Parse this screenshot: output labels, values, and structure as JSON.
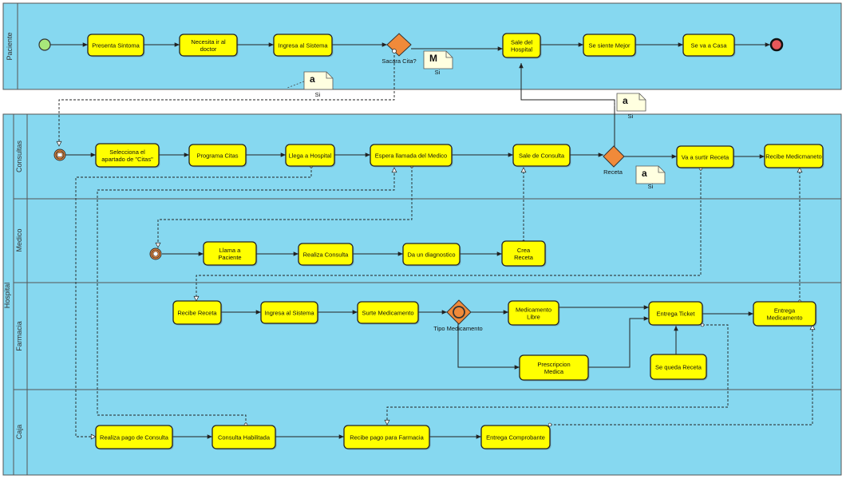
{
  "pools": {
    "paciente": "Paciente",
    "hospital": "Hospital"
  },
  "lanes": {
    "consultas": "Consultas",
    "medico": "Medico",
    "farmacia": "Farmacia",
    "caja": "Caja"
  },
  "tasks": {
    "presenta_sintoma": "Presenta Sintoma",
    "necesita_doctor": [
      "Necesita ir al",
      "doctor"
    ],
    "ingresa_sistema_p": "Ingresa al Sistema",
    "sale_hospital": [
      "Sale del",
      "Hospital"
    ],
    "se_siente_mejor": "Se siente Mejor",
    "se_va_casa": "Se va a Casa",
    "selecciona_citas": [
      "Selecciona el",
      "apartado de \"Citas\""
    ],
    "programa_citas": "Programa Citas",
    "llega_hospital": "Llega a Hospital",
    "espera_llamada": "Espera llamada del Medico",
    "sale_consulta": "Sale de Consulta",
    "va_surtir": "Va a surtir Receta",
    "recibe_medicamento": "Recibe Medicmaneto",
    "llama_paciente": [
      "Llama a",
      "Paciente"
    ],
    "realiza_consulta": "Realiza Consulta",
    "da_diagnostico": "Da un diagnostico",
    "crea_receta": [
      "Crea",
      "Receta"
    ],
    "recibe_receta": "Recibe Receta",
    "ingresa_sistema_f": "Ingresa al Sistema",
    "surte_medicamento": "Surte Medicamento",
    "medicamento_libre": [
      "Medicamento",
      "Libre"
    ],
    "prescripcion_medica": [
      "Prescripcion",
      "Medica"
    ],
    "entrega_ticket": "Entrega Ticket",
    "se_queda_receta": "Se queda Receta",
    "entrega_medicamento": [
      "Entrega",
      "Medicamento"
    ],
    "realiza_pago": "Realiza pago de Consulta",
    "consulta_habilitada": "Consulta Habilitada",
    "recibe_pago": "Recibe pago para Farmacia",
    "entrega_comprobante": "Entrega Comprobante"
  },
  "gateways": {
    "sacara_cita": "Sacara Cita?",
    "receta": "Receta",
    "tipo_medicamento": "Tipo Medicamento"
  },
  "annotations": {
    "note1": {
      "letter": "a",
      "label": "Si"
    },
    "note2": {
      "letter": "M",
      "label": "Si"
    },
    "note3": {
      "letter": "a",
      "label": "Si"
    },
    "note4": {
      "letter": "a",
      "label": "Si"
    }
  },
  "colors": {
    "lane_bg": "#86d8f0",
    "task_fill": "#ffff00",
    "gateway_fill": "#f08a3a",
    "start_fill": "#a8e87a",
    "end_fill": "#e8585a"
  }
}
